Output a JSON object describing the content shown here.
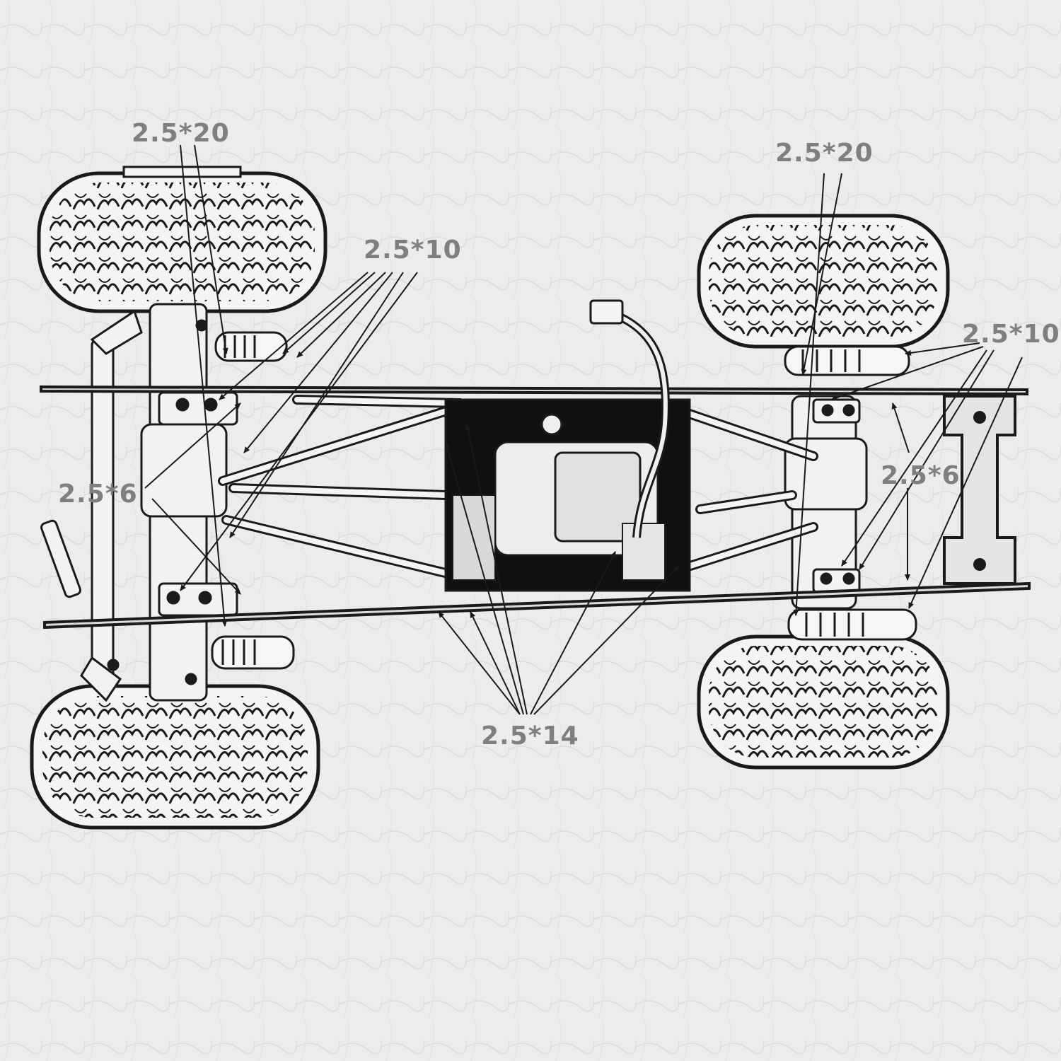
{
  "labels": {
    "front_top_20": "2.5*20",
    "front_top_10": "2.5*10",
    "front_left_6": "2.5*6",
    "rear_top_20": "2.5*20",
    "rear_right_10": "2.5*10",
    "rear_right_6": "2.5*6",
    "bottom_14": "2.5*14"
  },
  "colors": {
    "background": "#ececec",
    "line": "#1a1a1a",
    "label": "#7f7f7f"
  }
}
